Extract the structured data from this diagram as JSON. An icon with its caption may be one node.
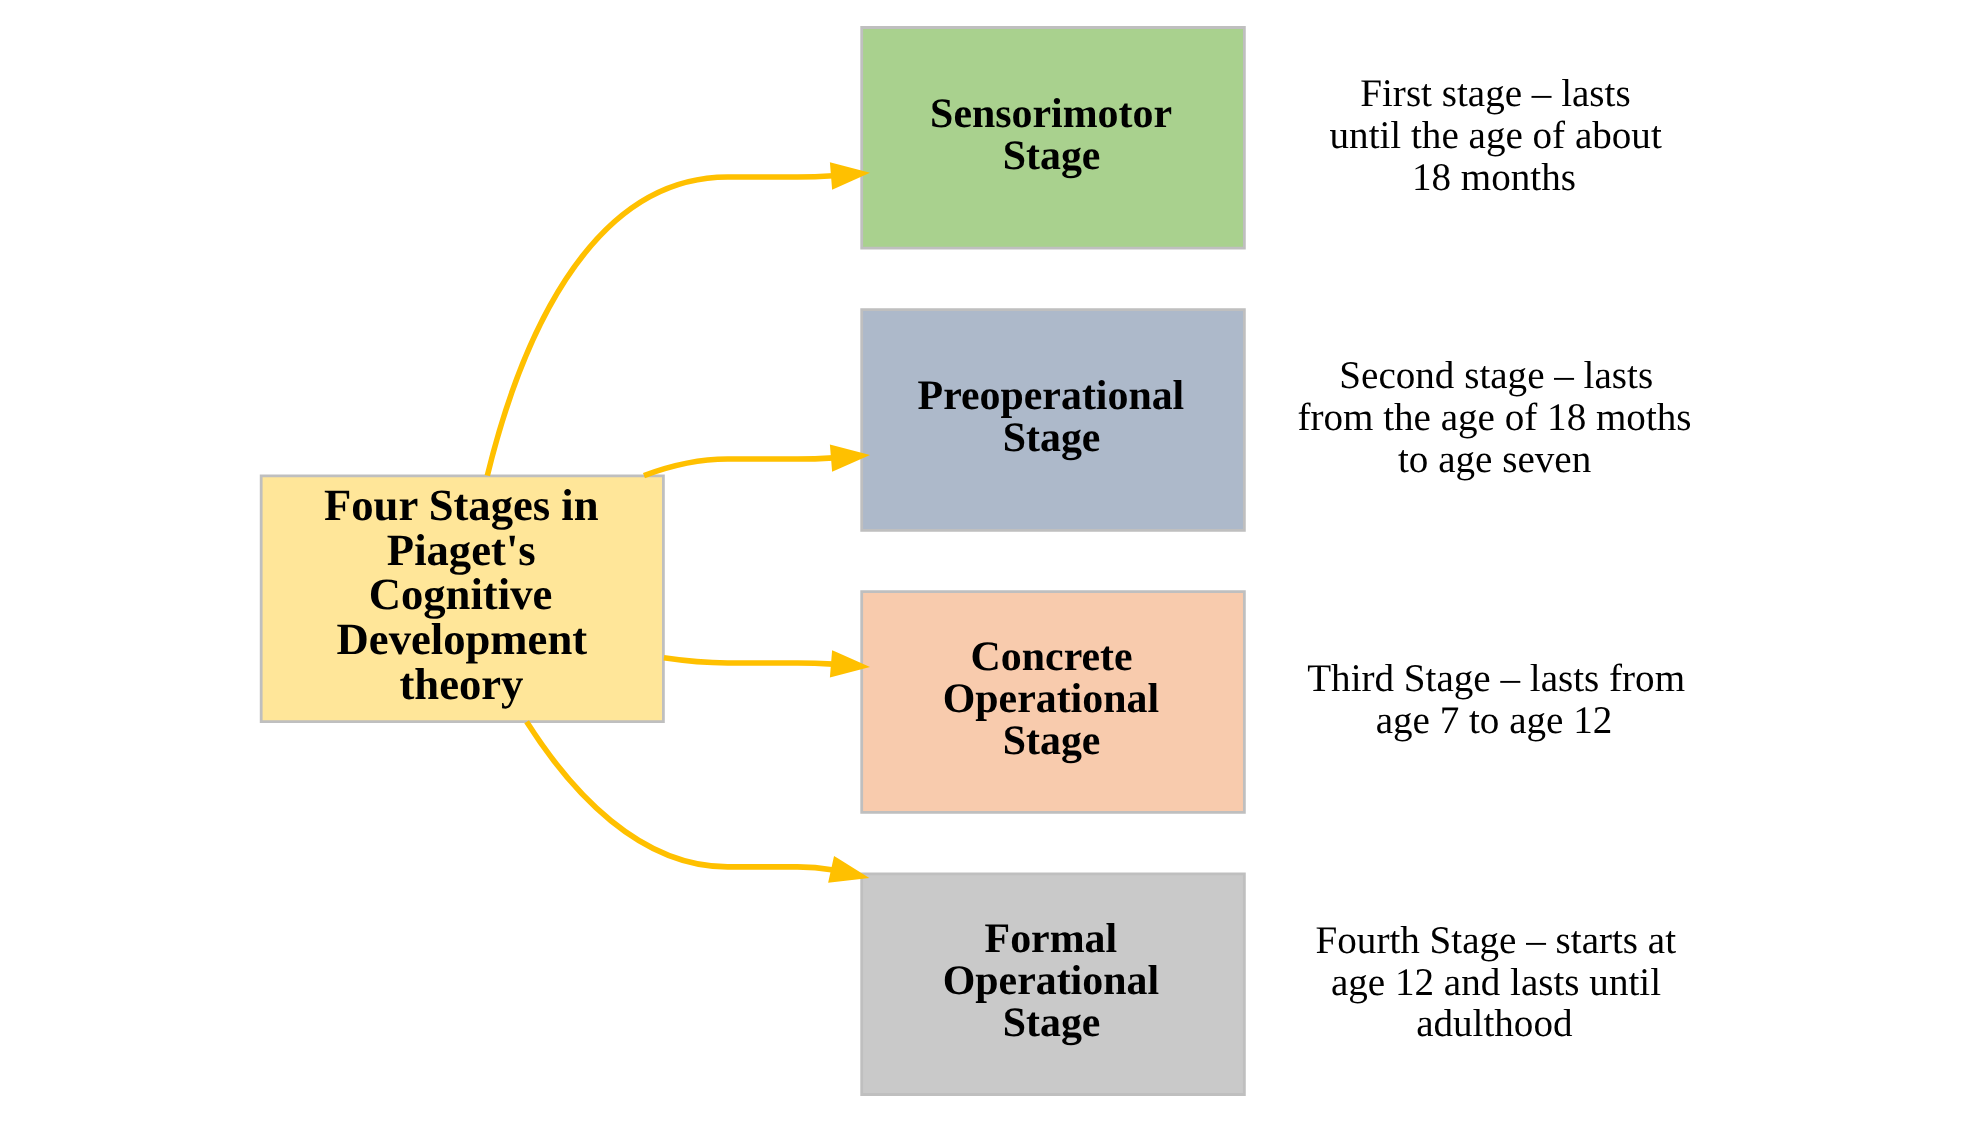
{
  "diagram": {
    "nodes": [
      {
        "text": [
          "Four Stages in Piaget's Cognitive Development theory"
        ]
      },
      {
        "text": [
          "Sensorimotor Stage"
        ],
        "beside": [
          "First stage – lasts until the age of about 18 months"
        ]
      },
      {
        "text": [
          "Preoperational Stage"
        ],
        "beside": [
          "Second stage – lasts from the age of 18 moths to age seven"
        ]
      },
      {
        "text": [
          "Concrete Operational Stage"
        ],
        "beside": [
          "Third Stage – lasts from age 7 to age 12"
        ]
      },
      {
        "text": [
          "Formal Operational Stage"
        ],
        "beside": [
          "Fourth Stage – starts at age 12 and lasts until adulthood"
        ]
      }
    ],
    "edges": [
      {
        "from": 0,
        "to": 1,
        "arrow": "to"
      },
      {
        "from": 0,
        "to": 2,
        "arrow": "to"
      },
      {
        "from": 0,
        "to": 3,
        "arrow": "to"
      },
      {
        "from": 0,
        "to": 4,
        "arrow": "to"
      }
    ]
  }
}
